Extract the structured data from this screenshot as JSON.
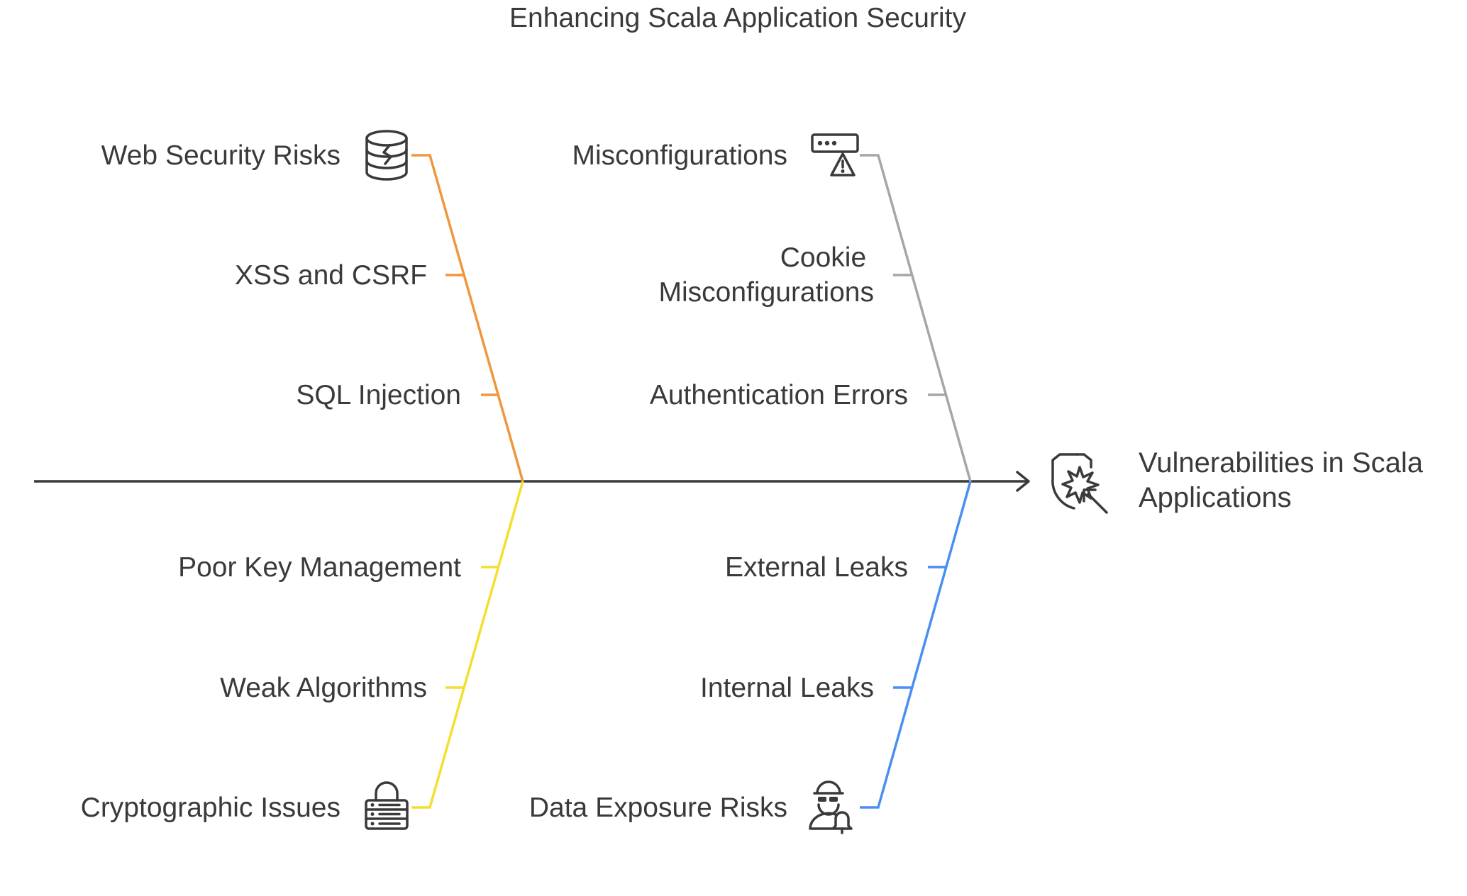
{
  "title": "Enhancing Scala Application Security",
  "effect": {
    "lines": [
      "Vulnerabilities in Scala",
      "Applications"
    ],
    "icon": "shield-burst-cursor-icon"
  },
  "colors": {
    "spine": "#3a3a3a",
    "web": "#f0963c",
    "misconfig": "#a6a6a6",
    "crypto": "#f5df2e",
    "data": "#4a8ff0"
  },
  "categories": {
    "web": {
      "label": "Web Security Risks",
      "icon": "database-icon",
      "causes": [
        "XSS and CSRF",
        "SQL Injection"
      ]
    },
    "misconfig": {
      "label": "Misconfigurations",
      "icon": "server-warning-icon",
      "causes": [
        [
          "Cookie",
          "Misconfigurations"
        ],
        "Authentication Errors"
      ]
    },
    "crypto": {
      "label": "Cryptographic Issues",
      "icon": "server-lock-icon",
      "causes": [
        "Poor Key Management",
        "Weak Algorithms"
      ]
    },
    "data": {
      "label": "Data Exposure Risks",
      "icon": "spy-bell-icon",
      "causes": [
        "External Leaks",
        "Internal Leaks"
      ]
    }
  }
}
